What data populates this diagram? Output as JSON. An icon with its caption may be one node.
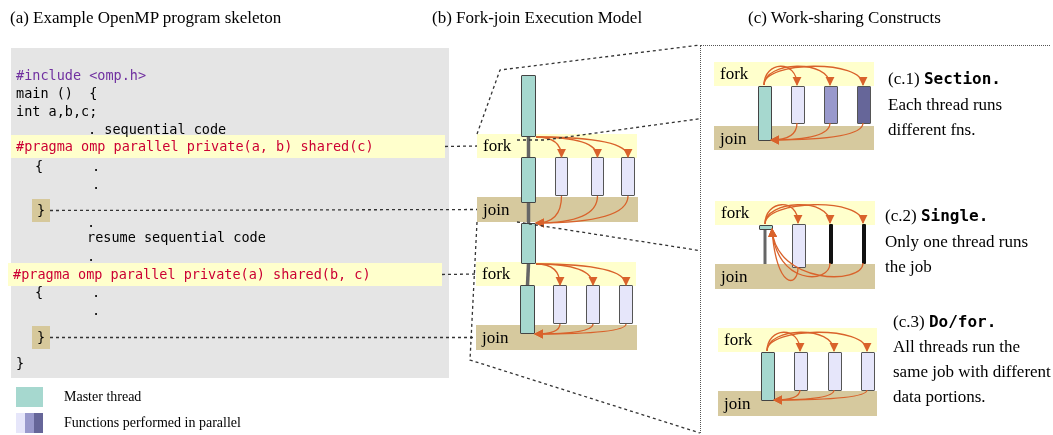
{
  "diagram": {
    "nodes": [
      {
        "text": [],
        "shape": "box"
      },
      {
        "text": [
          "#pragma omp parallel private(a, b) shared(c)"
        ],
        "in": 0
      },
      {
        "text": [
          "}"
        ],
        "in": 0
      },
      {
        "text": [
          "#pragma omp parallel private(a) shared(b, c)"
        ],
        "in": 0
      },
      {
        "text": [
          "}"
        ],
        "in": 0
      },
      {
        "text": [
          "fork"
        ]
      },
      {
        "text": [
          "join"
        ]
      },
      {
        "text": [
          "fork"
        ]
      },
      {
        "text": [
          "join"
        ]
      },
      {
        "text": [],
        "shape": "bar"
      },
      {
        "text": [],
        "shape": "bar"
      },
      {
        "text": [],
        "shape": "bar"
      },
      {
        "text": [],
        "shape": "bar"
      },
      {
        "text": [],
        "shape": "bar"
      },
      {
        "text": [],
        "shape": "bar"
      },
      {
        "text": [],
        "shape": "bar"
      },
      {
        "text": [],
        "shape": "bar"
      },
      {
        "text": [],
        "shape": "bar"
      },
      {
        "text": [],
        "shape": "bar"
      },
      {
        "text": [],
        "shape": "box"
      },
      {
        "text": [
          "fork"
        ],
        "in": 19
      },
      {
        "text": [
          "join"
        ],
        "in": 19
      },
      {
        "text": [],
        "shape": "bar",
        "in": 19
      },
      {
        "text": [],
        "shape": "bar",
        "in": 19
      },
      {
        "text": [],
        "shape": "bar",
        "in": 19
      },
      {
        "text": [],
        "shape": "bar",
        "in": 19
      },
      {
        "text": [
          "fork"
        ],
        "in": 19
      },
      {
        "text": [
          "join"
        ],
        "in": 19
      },
      {
        "text": [],
        "shape": "bar",
        "in": 19
      },
      {
        "text": [],
        "shape": "bar",
        "in": 19
      },
      {
        "text": [],
        "shape": "bar",
        "in": 19
      },
      {
        "text": [],
        "shape": "bar",
        "in": 19
      },
      {
        "text": [
          "fork"
        ],
        "in": 19
      },
      {
        "text": [
          "join"
        ],
        "in": 19
      },
      {
        "text": [],
        "shape": "bar",
        "in": 19
      },
      {
        "text": [],
        "shape": "bar",
        "in": 19
      },
      {
        "text": [],
        "shape": "bar",
        "in": 19
      },
      {
        "text": [],
        "shape": "bar",
        "in": 19
      }
    ],
    "edges": [
      {
        "from": 1,
        "to": 5,
        "arrow": "none",
        "style": "dashed",
        "color": "#333333"
      },
      {
        "from": 2,
        "to": 6,
        "arrow": "none",
        "style": "dashed",
        "color": "#333333"
      },
      {
        "from": 3,
        "to": 7,
        "arrow": "none",
        "style": "dashed",
        "color": "#333333"
      },
      {
        "from": 4,
        "to": 8,
        "arrow": "none",
        "style": "dashed",
        "color": "#333333"
      },
      {
        "from": 9,
        "to": 10,
        "arrow": "none",
        "style": "thick",
        "color": "#666666"
      },
      {
        "from": 10,
        "to": 14,
        "arrow": "none",
        "style": "thick",
        "color": "#666666"
      },
      {
        "from": 14,
        "to": 15,
        "arrow": "none",
        "style": "thick",
        "color": "#666666"
      },
      {
        "from": 9,
        "to": 11,
        "arrow": "to"
      },
      {
        "from": 9,
        "to": 12,
        "arrow": "to"
      },
      {
        "from": 9,
        "to": 13,
        "arrow": "to"
      },
      {
        "from": 11,
        "to": 14,
        "arrow": "to"
      },
      {
        "from": 12,
        "to": 14,
        "arrow": "to"
      },
      {
        "from": 13,
        "to": 14,
        "arrow": "to"
      },
      {
        "from": 14,
        "to": 16,
        "arrow": "to"
      },
      {
        "from": 14,
        "to": 17,
        "arrow": "to"
      },
      {
        "from": 14,
        "to": 18,
        "arrow": "to"
      },
      {
        "from": 16,
        "to": 15,
        "arrow": "to"
      },
      {
        "from": 17,
        "to": 15,
        "arrow": "to"
      },
      {
        "from": 18,
        "to": 15,
        "arrow": "to"
      },
      {
        "from": 5,
        "to": 19,
        "arrow": "none",
        "style": "dashed",
        "color": "#333333"
      },
      {
        "from": 5,
        "to": 19,
        "arrow": "none",
        "style": "dashed",
        "color": "#333333"
      },
      {
        "from": 6,
        "to": 19,
        "arrow": "none",
        "style": "dashed",
        "color": "#333333"
      },
      {
        "from": 6,
        "to": 19,
        "arrow": "none",
        "style": "dashed",
        "color": "#333333"
      },
      {
        "from": 22,
        "to": 23,
        "arrow": "to"
      },
      {
        "from": 22,
        "to": 24,
        "arrow": "to"
      },
      {
        "from": 22,
        "to": 25,
        "arrow": "to"
      },
      {
        "from": 23,
        "to": 22,
        "arrow": "to"
      },
      {
        "from": 24,
        "to": 22,
        "arrow": "to"
      },
      {
        "from": 25,
        "to": 22,
        "arrow": "to"
      },
      {
        "from": 28,
        "to": 29,
        "arrow": "to"
      },
      {
        "from": 28,
        "to": 30,
        "arrow": "to"
      },
      {
        "from": 28,
        "to": 31,
        "arrow": "to"
      },
      {
        "from": 29,
        "to": 28,
        "arrow": "to"
      },
      {
        "from": 30,
        "to": 28,
        "arrow": "to"
      },
      {
        "from": 31,
        "to": 28,
        "arrow": "to"
      },
      {
        "from": 34,
        "to": 35,
        "arrow": "to"
      },
      {
        "from": 34,
        "to": 36,
        "arrow": "to"
      },
      {
        "from": 34,
        "to": 37,
        "arrow": "to"
      },
      {
        "from": 35,
        "to": 34,
        "arrow": "to"
      },
      {
        "from": 36,
        "to": 34,
        "arrow": "to"
      },
      {
        "from": 37,
        "to": 34,
        "arrow": "to"
      }
    ],
    "labels": [
      "(a) Example OpenMP program skeleton",
      "(b) Fork-join Execution Model",
      "(c) Work-sharing Constructs",
      "#include <omp.h>",
      "main ()  {",
      "int a,b,c;",
      ". sequential code",
      "{",
      ".",
      ".",
      ".",
      "resume sequential code",
      ".",
      "{",
      ".",
      ".",
      "}",
      "(c.1) **Section.**",
      "Each thread runs different fns.",
      "(c.2) **Single.**",
      "Only one thread runs the job",
      "(c.3) **Do/for.**",
      "All threads run the same job with different data portions."
    ],
    "legend": [
      {
        "text": "Master thread",
        "color": "#a6d8cf"
      },
      {
        "text": "Functions performed in parallel"
      }
    ]
  }
}
